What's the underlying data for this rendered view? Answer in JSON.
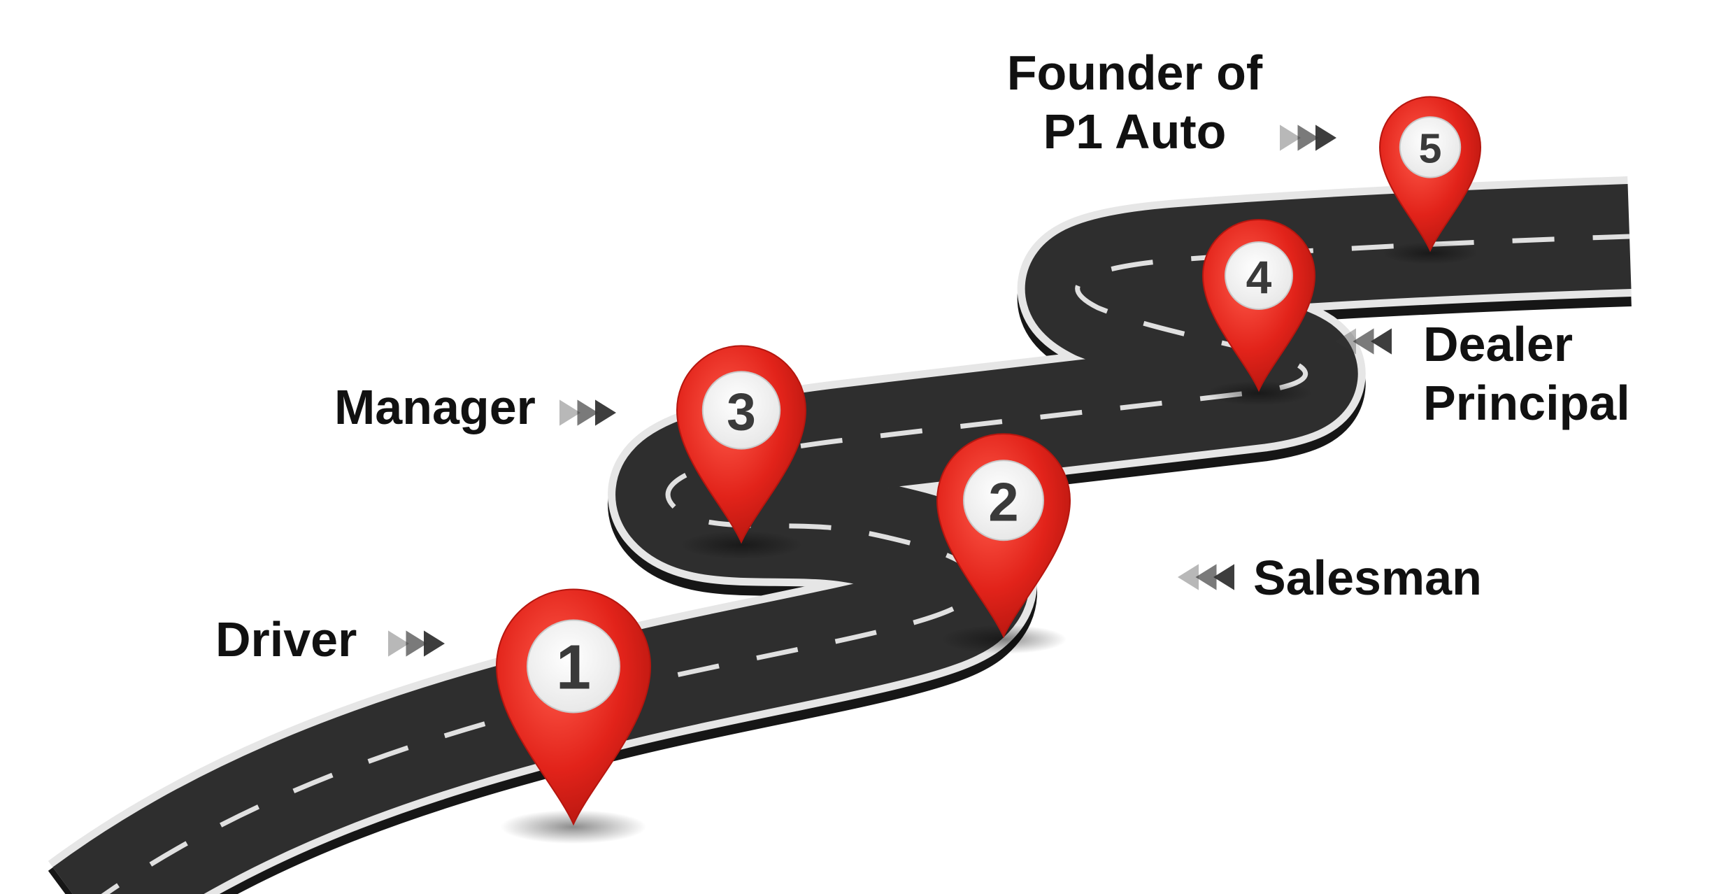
{
  "milestones": [
    {
      "number": "1",
      "label_lines": [
        "Driver"
      ]
    },
    {
      "number": "2",
      "label_lines": [
        "Salesman"
      ]
    },
    {
      "number": "3",
      "label_lines": [
        "Manager"
      ]
    },
    {
      "number": "4",
      "label_lines": [
        "Dealer",
        "Principal"
      ]
    },
    {
      "number": "5",
      "label_lines": [
        "Founder of",
        "P1 Auto"
      ]
    }
  ],
  "colors": {
    "road": "#2e2e2e",
    "road_side": "#1a1a1a",
    "road_edge_line": "#e6e6e6",
    "road_center_dash": "#e0e0e0",
    "pin_red": "#e2231a",
    "pin_red_dark": "#b5160f",
    "pin_inner": "#ffffff",
    "number_text": "#3a3a3a",
    "label_text": "#111111",
    "arrow": "#333333"
  },
  "icons": {
    "pin": "map-pin-icon",
    "arrow": "triple-chevron-arrow-icon"
  }
}
